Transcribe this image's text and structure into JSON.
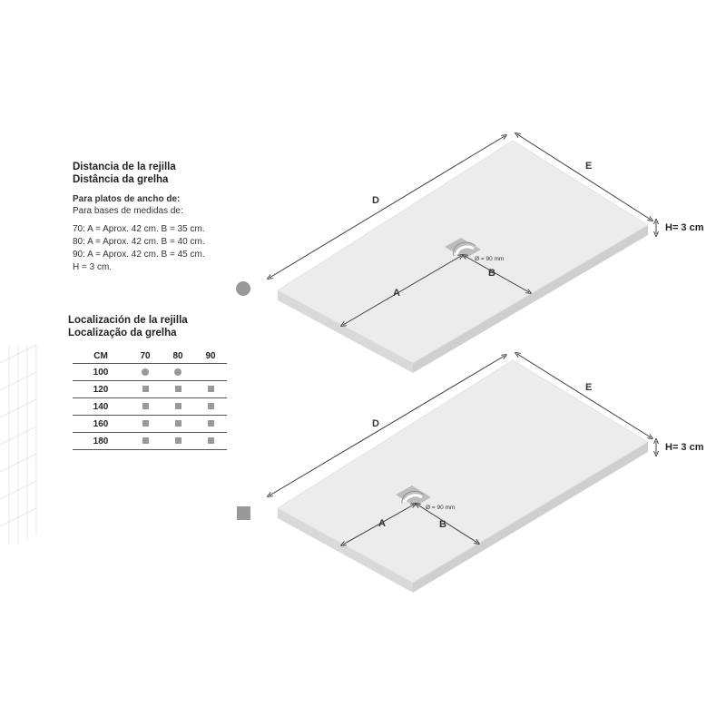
{
  "title_es": "Distancia de  la rejilla",
  "title_pt": "Distância da grelha",
  "intro_es": "Para platos de ancho de:",
  "intro_pt": "Para bases de medidas de:",
  "specs": [
    "70: A = Aprox. 42 cm. B = 35 cm.",
    "80: A = Aprox. 42 cm. B = 40 cm.",
    "90: A = Aprox. 42 cm. B = 45 cm.",
    "H = 3 cm."
  ],
  "location": {
    "title_es": "Localización de la rejilla",
    "title_pt": "Localização da grelha",
    "headers": [
      "CM",
      "70",
      "80",
      "90"
    ],
    "rows": [
      {
        "size": "100",
        "cells": [
          "circle",
          "circle",
          ""
        ]
      },
      {
        "size": "120",
        "cells": [
          "square",
          "square",
          "square"
        ]
      },
      {
        "size": "140",
        "cells": [
          "square",
          "square",
          "square"
        ]
      },
      {
        "size": "160",
        "cells": [
          "square",
          "square",
          "square"
        ]
      },
      {
        "size": "180",
        "cells": [
          "square",
          "square",
          "square"
        ]
      }
    ]
  },
  "labels": {
    "D": "D",
    "E": "E",
    "A": "A",
    "B": "B",
    "height": "H= 3 cm",
    "drain": "Ø = 90 mm"
  },
  "colors": {
    "marker": "#999999",
    "tray_top": "#ececec",
    "tray_side": "#d9d9d9",
    "line": "#333333"
  }
}
